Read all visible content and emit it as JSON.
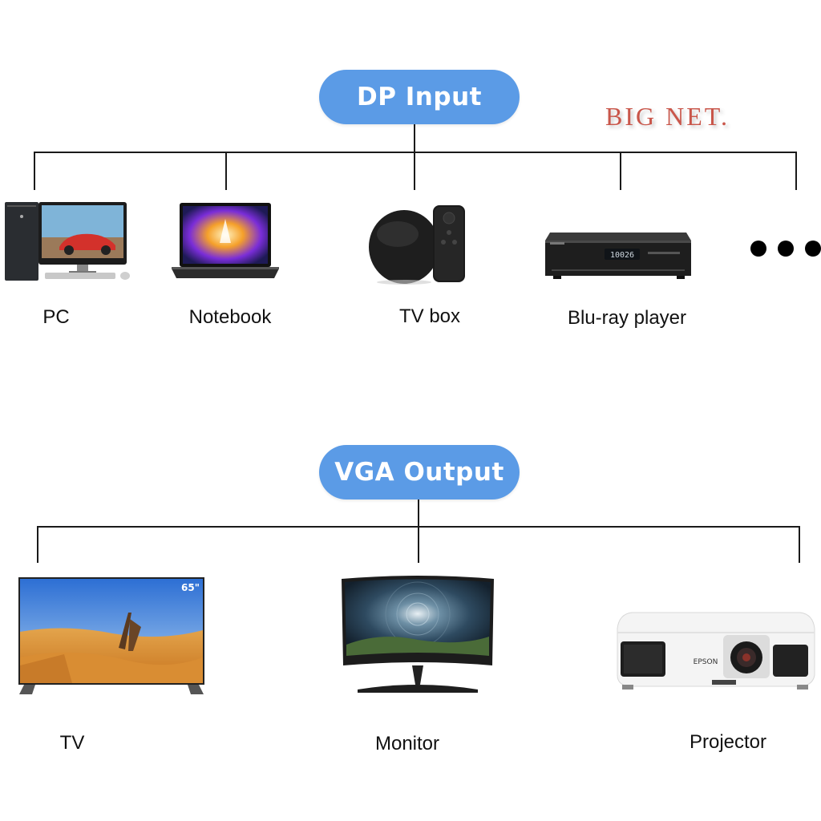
{
  "input_section": {
    "title": "DP Input",
    "watermark": "BIG NET.",
    "devices": [
      {
        "label": "PC",
        "icon": "pc-icon"
      },
      {
        "label": "Notebook",
        "icon": "notebook-icon"
      },
      {
        "label": "TV box",
        "icon": "tv-box-icon"
      },
      {
        "label": "Blu-ray player",
        "icon": "blu-ray-player-icon"
      }
    ]
  },
  "output_section": {
    "title": "VGA Output",
    "devices": [
      {
        "label": "TV",
        "icon": "tv-icon",
        "badge": "65\""
      },
      {
        "label": "Monitor",
        "icon": "monitor-icon"
      },
      {
        "label": "Projector",
        "icon": "projector-icon",
        "brand": "EPSON"
      }
    ]
  },
  "colors": {
    "pill": "#5b9be6",
    "watermark": "#c0392b",
    "line": "#1a1a1a"
  }
}
